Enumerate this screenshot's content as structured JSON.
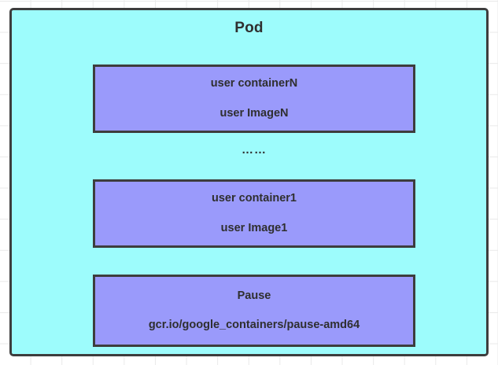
{
  "diagram": {
    "type": "kubernetes-pod-container-stack",
    "colors": {
      "pod_fill": "#9dfcfc",
      "container_fill": "#9a9afb",
      "border": "#3d3d3d",
      "text": "#2f2f2f",
      "grid_line": "#e9e9e9",
      "canvas_background": "#ffffff"
    },
    "pod": {
      "title": "Pod",
      "containers": [
        {
          "id": "user-containerN",
          "name_label": "user containerN",
          "image_label": "user ImageN"
        },
        {
          "id": "user-container1",
          "name_label": "user container1",
          "image_label": "user Image1"
        },
        {
          "id": "pause-container",
          "name_label": "Pause",
          "image_label": "gcr.io/google_containers/pause-amd64"
        }
      ],
      "ellipsis_label": "……"
    }
  }
}
